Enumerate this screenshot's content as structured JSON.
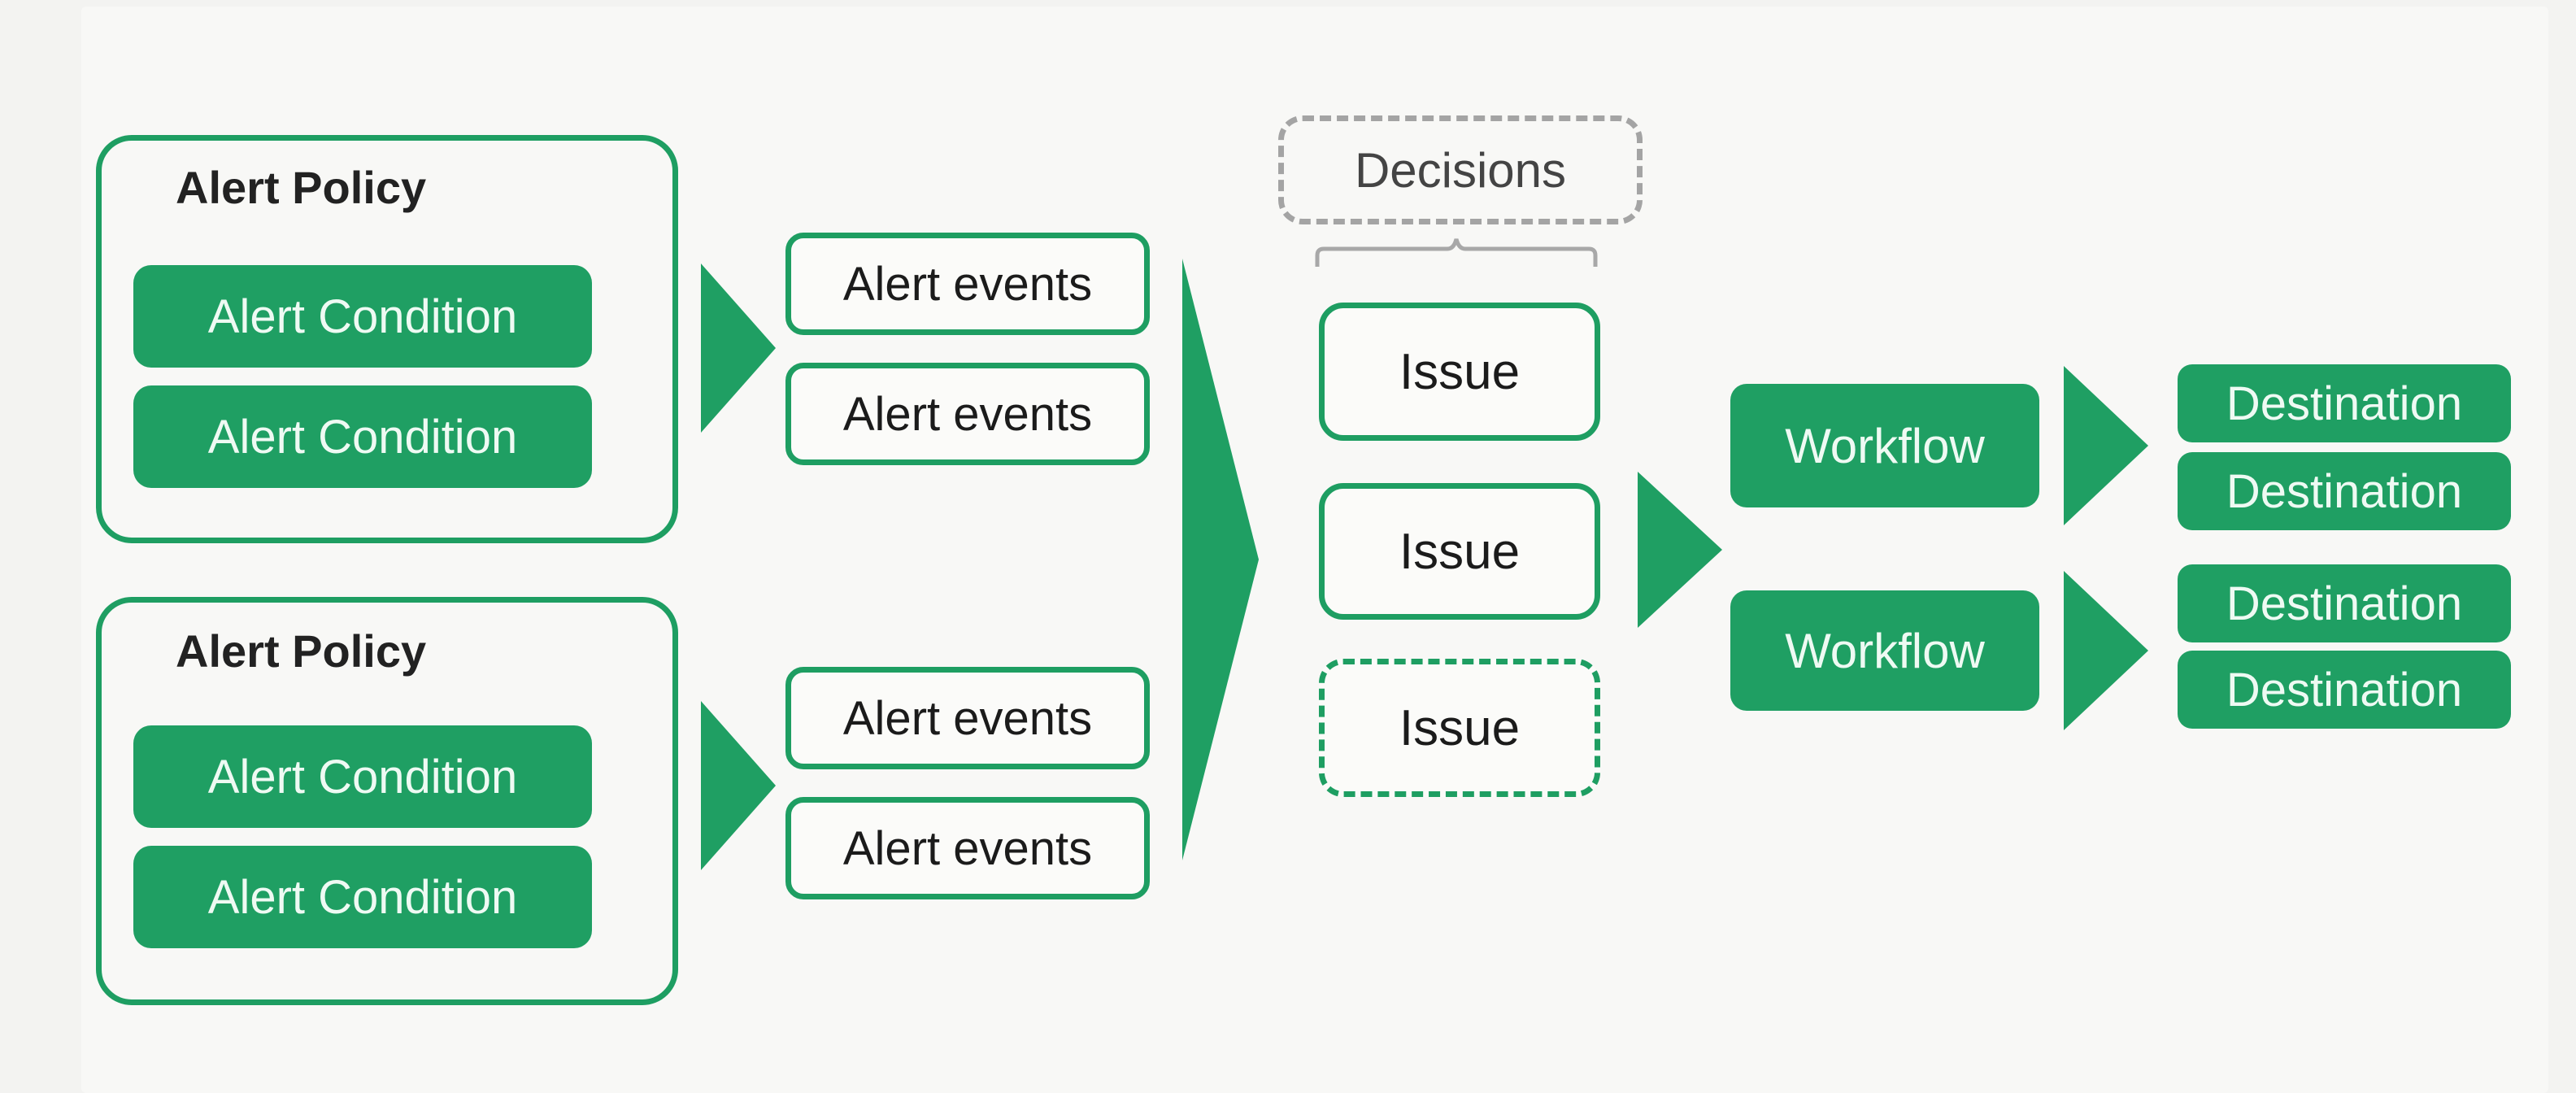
{
  "policies": [
    {
      "title": "Alert Policy",
      "conditions": [
        "Alert Condition",
        "Alert Condition"
      ]
    },
    {
      "title": "Alert Policy",
      "conditions": [
        "Alert Condition",
        "Alert Condition"
      ]
    }
  ],
  "alert_events": [
    "Alert events",
    "Alert events",
    "Alert events",
    "Alert events"
  ],
  "decisions_label": "Decisions",
  "issues": [
    "Issue",
    "Issue",
    "Issue"
  ],
  "workflows": [
    "Workflow",
    "Workflow"
  ],
  "destinations": [
    "Destination",
    "Destination",
    "Destination",
    "Destination"
  ],
  "colors": {
    "accent": "#1f9f63",
    "dashed_gray": "#a4a4a4",
    "background": "#f8f8f6"
  }
}
